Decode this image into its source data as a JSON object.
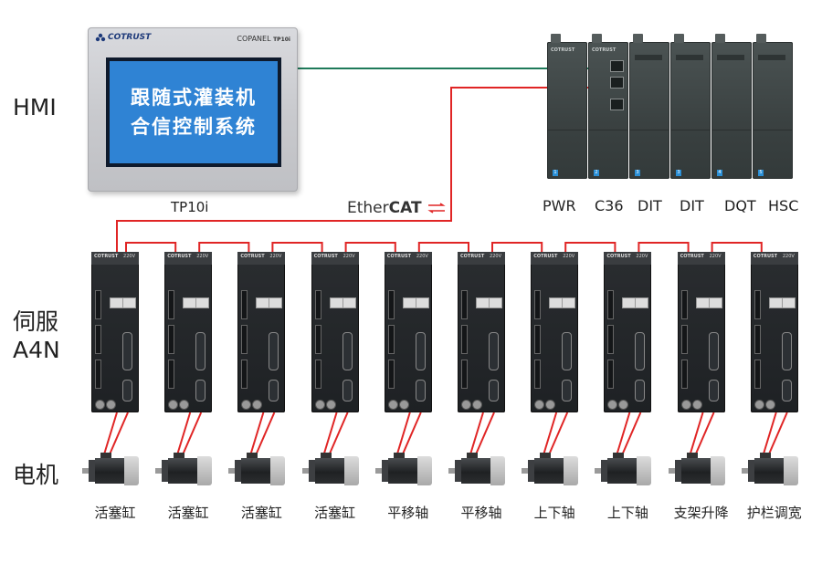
{
  "row_labels": {
    "hmi": "HMI",
    "servo_line1": "伺服",
    "servo_line2": "A4N",
    "motor": "电机"
  },
  "hmi": {
    "brand": "COTRUST",
    "model": "COPANEL",
    "model_sub": "TP10i",
    "screen_line1": "跟随式灌装机",
    "screen_line2": "合信控制系统",
    "caption": "TP10i"
  },
  "network": {
    "ethercat_prefix": "Ether",
    "ethercat_bold": "CAT"
  },
  "plc_modules": [
    {
      "label": "PWR",
      "led": "1"
    },
    {
      "label": "C36",
      "led": "2"
    },
    {
      "label": "DIT",
      "led": "3"
    },
    {
      "label": "DIT",
      "led": "3"
    },
    {
      "label": "DQT",
      "led": "4"
    },
    {
      "label": "HSC",
      "led": "5"
    }
  ],
  "servo": {
    "brand": "COTRUST",
    "voltage": "220V"
  },
  "motor_labels": [
    "活塞缸",
    "活塞缸",
    "活塞缸",
    "活塞缸",
    "平移轴",
    "平移轴",
    "上下轴",
    "上下轴",
    "支架升降",
    "护栏调宽"
  ],
  "colors": {
    "ethercat_wire": "#e02525",
    "hmi_link": "#1f7a5a",
    "screen": "#2f83d4"
  }
}
